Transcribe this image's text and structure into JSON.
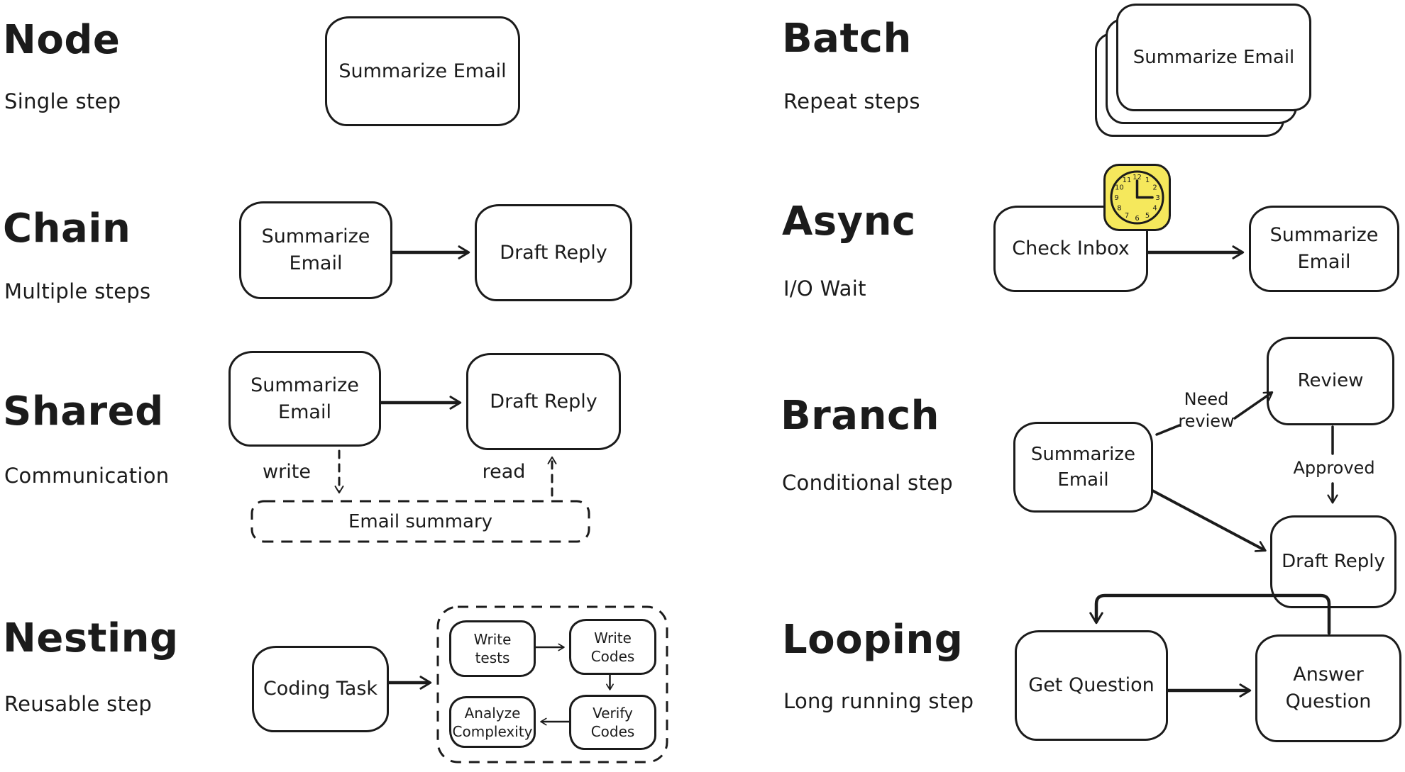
{
  "colors": {
    "ink": "#1b1b1b",
    "background": "#ffffff",
    "clock_yellow": "#f5e85c"
  },
  "node": {
    "title": "Node",
    "subtitle": "Single step",
    "box1": "Summarize Email"
  },
  "chain": {
    "title": "Chain",
    "subtitle": "Multiple steps",
    "box1": "Summarize Email",
    "box2": "Draft Reply"
  },
  "shared": {
    "title": "Shared",
    "subtitle": "Communication",
    "box1": "Summarize Email",
    "box2": "Draft Reply",
    "label_write": "write",
    "label_read": "read",
    "store": "Email summary"
  },
  "nesting": {
    "title": "Nesting",
    "subtitle": "Reusable step",
    "box1": "Coding Task",
    "inner1": "Write tests",
    "inner2": "Write Codes",
    "inner3": "Verify Codes",
    "inner4": "Analyze Complexity"
  },
  "batch": {
    "title": "Batch",
    "subtitle": "Repeat steps",
    "box1": "Summarize Email"
  },
  "async": {
    "title": "Async",
    "subtitle": "I/O Wait",
    "box1": "Check Inbox",
    "box2": "Summarize Email",
    "clock_numbers": [
      "12",
      "1",
      "2",
      "3",
      "4",
      "5",
      "6",
      "7",
      "8",
      "9",
      "10",
      "11"
    ]
  },
  "branch": {
    "title": "Branch",
    "subtitle": "Conditional step",
    "box1": "Summarize Email",
    "box2": "Review",
    "box3": "Draft Reply",
    "label_need": "Need review",
    "label_approved": "Approved"
  },
  "looping": {
    "title": "Looping",
    "subtitle": "Long running step",
    "box1": "Get Question",
    "box2": "Answer Question"
  }
}
